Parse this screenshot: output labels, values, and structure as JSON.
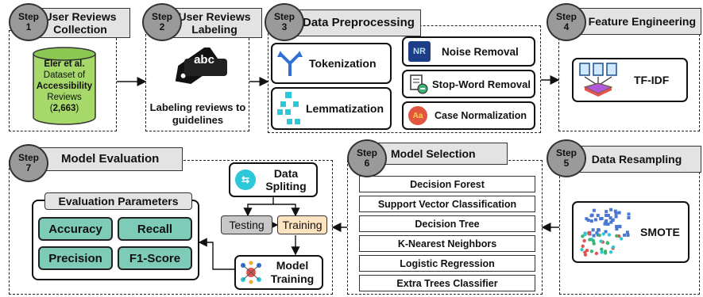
{
  "steps": [
    {
      "label": "Step",
      "num": "1",
      "title": "User Reviews Collection"
    },
    {
      "label": "Step",
      "num": "2",
      "title": "User Reviews Labeling"
    },
    {
      "label": "Step",
      "num": "3",
      "title": "Data Preprocessing"
    },
    {
      "label": "Step",
      "num": "4",
      "title": "Feature Engineering"
    },
    {
      "label": "Step",
      "num": "5",
      "title": "Data Resampling"
    },
    {
      "label": "Step",
      "num": "6",
      "title": "Model Selection"
    },
    {
      "label": "Step",
      "num": "7",
      "title": "Model Evaluation"
    }
  ],
  "dataset": {
    "line1": "Eler et al.",
    "line2": "Dataset of",
    "line3": "Accessibility",
    "line4": "Reviews",
    "count": "2,663"
  },
  "labeling": {
    "tag_text": "abc",
    "caption": "Labeling reviews to guidelines"
  },
  "preprocessing": {
    "tokenization": "Tokenization",
    "lemmatization": "Lemmatization",
    "noise_removal": "Noise Removal",
    "noise_icon_text": "NR",
    "stopword_removal": "Stop-Word Removal",
    "case_normalization": "Case Normalization",
    "case_icon_text": "Aa"
  },
  "feature": {
    "label": "TF-IDF"
  },
  "resampling": {
    "label": "SMOTE"
  },
  "models": [
    "Decision Forest",
    "Support Vector Classification",
    "Decision Tree",
    "K-Nearest Neighbors",
    "Logistic Regression",
    "Extra Trees Classifier"
  ],
  "evaluation": {
    "data_split": "Data Spliting",
    "testing": "Testing",
    "training": "Training",
    "model_training": "Model Training",
    "params_title": "Evaluation Parameters",
    "metrics": [
      "Accuracy",
      "Recall",
      "Precision",
      "F1-Score"
    ]
  },
  "colors": {
    "step_circle": "#9a9a9a",
    "tab_bg": "#e3e3e3",
    "metric_bg": "#7ecbb8",
    "testing_bg": "#c8c8c8",
    "training_bg": "#fde3c0",
    "dataset_cylinder": "#a6d86a",
    "icon_blue": "#2f6fd6",
    "icon_teal": "#2cc7d8"
  }
}
